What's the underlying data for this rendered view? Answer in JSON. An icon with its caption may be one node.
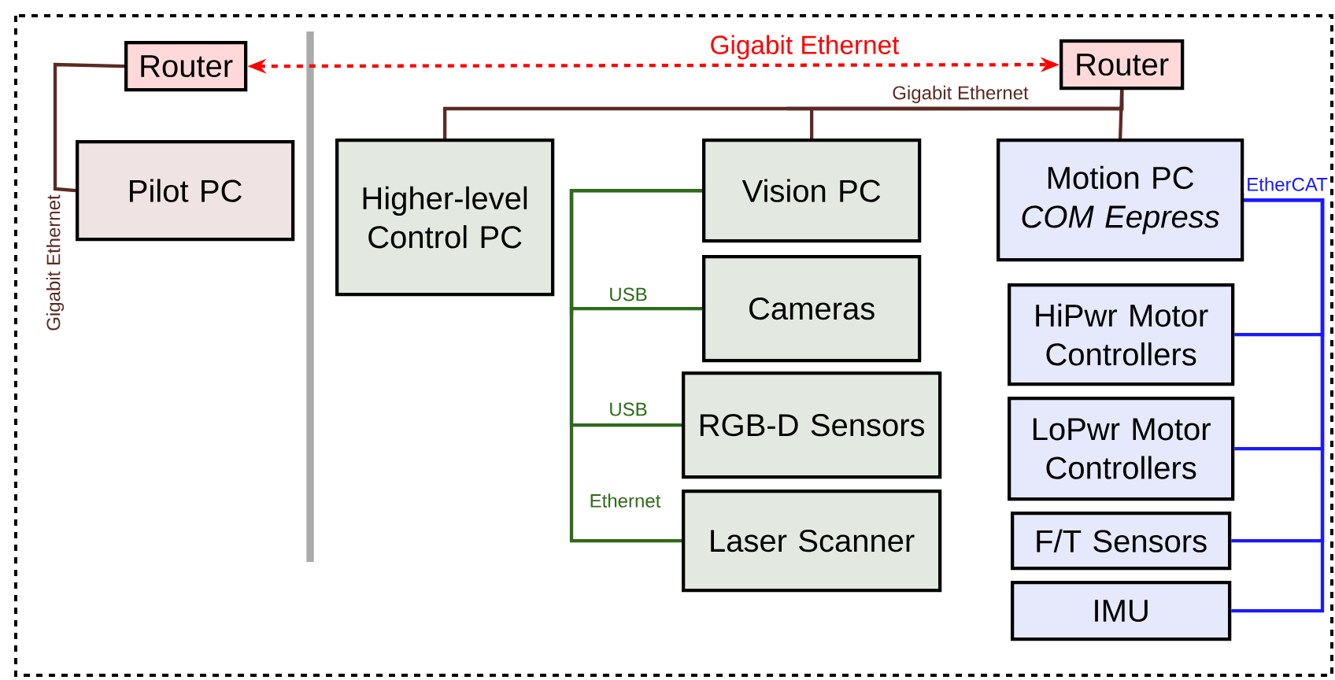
{
  "diagram": {
    "nodes": [
      {
        "text": [
          "Router"
        ]
      },
      {
        "text": [
          "Pilot PC"
        ]
      },
      {
        "text": [
          "Router"
        ]
      },
      {
        "text": [
          "Higher-level Control PC"
        ]
      },
      {
        "text": [
          "Vision PC"
        ]
      },
      {
        "text": [
          "Cameras"
        ]
      },
      {
        "text": [
          "RGB-D Sensors"
        ]
      },
      {
        "text": [
          "Laser Scanner"
        ]
      },
      {
        "text": [
          "Motion PC",
          "COM Eepress"
        ]
      },
      {
        "text": [
          "HiPwr Motor Controllers"
        ]
      },
      {
        "text": [
          "LoPwr Motor Controllers"
        ]
      },
      {
        "text": [
          "F/T Sensors"
        ]
      },
      {
        "text": [
          "IMU"
        ]
      }
    ],
    "edges": [
      {
        "from": 0,
        "to": 1,
        "arrow": "none",
        "label": "Gigabit Ethernet",
        "color": "#5c2a22"
      },
      {
        "from": 0,
        "to": 2,
        "arrow": "both",
        "label": "Gigabit Ethernet",
        "style": "dashed",
        "color": "#ff0000"
      },
      {
        "from": 2,
        "to": 3,
        "arrow": "none",
        "label": "Gigabit Ethernet",
        "color": "#5c2a22"
      },
      {
        "from": 2,
        "to": 4,
        "arrow": "none",
        "color": "#5c2a22"
      },
      {
        "from": 2,
        "to": 8,
        "arrow": "none",
        "color": "#5c2a22"
      },
      {
        "from": 4,
        "to": 5,
        "arrow": "none",
        "label": "USB",
        "color": "#2e6b1a"
      },
      {
        "from": 4,
        "to": 6,
        "arrow": "none",
        "label": "USB",
        "color": "#2e6b1a"
      },
      {
        "from": 4,
        "to": 7,
        "arrow": "none",
        "label": "Ethernet",
        "color": "#2e6b1a"
      },
      {
        "from": 8,
        "to": 9,
        "arrow": "none",
        "label": "EtherCAT",
        "color": "#1a1aff"
      },
      {
        "from": 8,
        "to": 10,
        "arrow": "none",
        "color": "#1a1aff"
      },
      {
        "from": 8,
        "to": 11,
        "arrow": "none",
        "color": "#1a1aff"
      },
      {
        "from": 8,
        "to": 12,
        "arrow": "none",
        "color": "#1a1aff"
      }
    ]
  }
}
